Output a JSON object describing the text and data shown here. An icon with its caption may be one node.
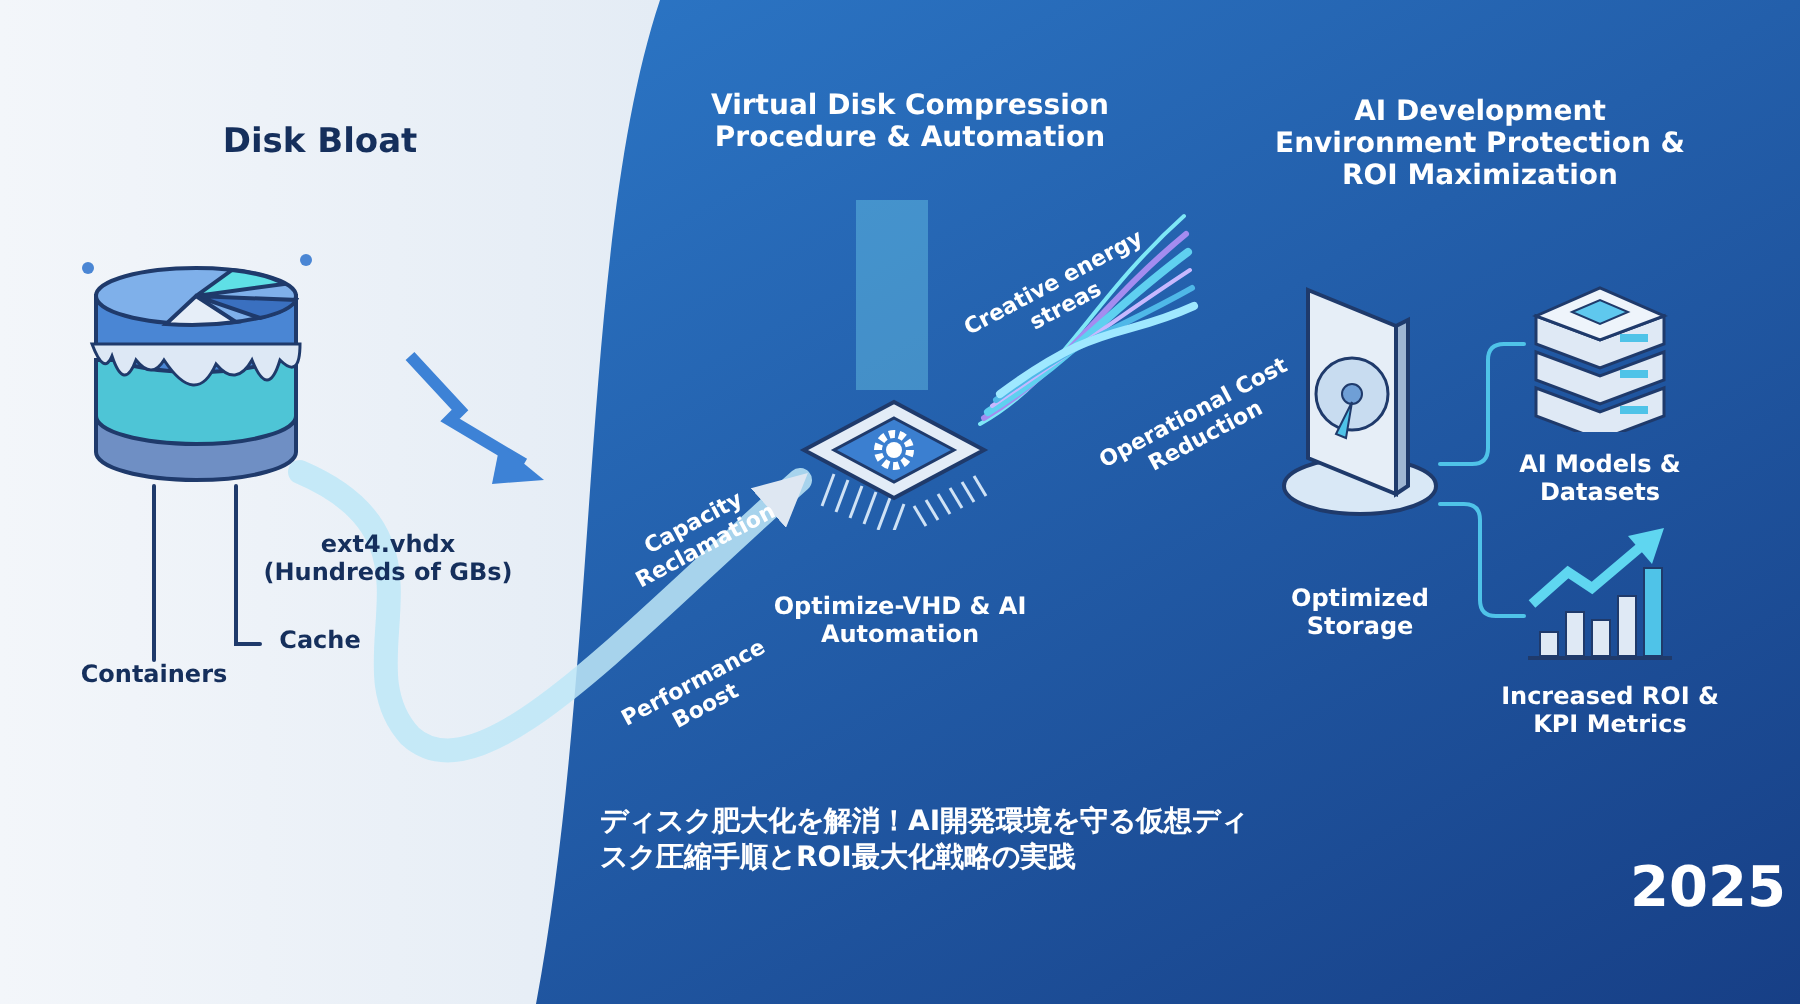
{
  "diagram": {
    "caption": "ディスク肥大化を解消！AI開発環境を守る仮想ディスク圧縮手順とROI最大化戦略の実践",
    "nodes": [
      {
        "text": [],
        "shape": "cylinder"
      },
      {
        "text": [
          "Containers"
        ]
      },
      {
        "text": [
          "Cache"
        ]
      },
      {
        "text": [],
        "shape": "picture",
        "beside": [
          "Optimize-VHD & AI Automation"
        ]
      },
      {
        "text": [],
        "shape": "picture",
        "beside": [
          "Optimized Storage"
        ]
      },
      {
        "text": [],
        "shape": "picture",
        "beside": [
          "AI Models & Datasets"
        ]
      },
      {
        "text": [],
        "shape": "picture",
        "beside": [
          "Increased ROI & KPI Metrics"
        ]
      }
    ],
    "edges": [
      {
        "from": 0,
        "to": 1,
        "arrow": "none"
      },
      {
        "from": 0,
        "to": 2,
        "arrow": "none"
      },
      {
        "from": 0,
        "to": 3,
        "arrow": "to",
        "style": "thick",
        "color": "#bfe8f8"
      },
      {
        "from": 4,
        "to": 5,
        "arrow": "none",
        "color": "#4fc3e8"
      },
      {
        "from": 4,
        "to": 6,
        "arrow": "none",
        "color": "#4fc3e8"
      }
    ],
    "labels": [
      "Disk Bloat",
      "ext4.vhdx (Hundreds of GBs)",
      "Virtual Disk Compression Procedure & Automation",
      "AI Development Environment Protection & ROI Maximization",
      "Creative energy streas",
      "Capacity Reclamation",
      "Operational Cost Reduction",
      "Performance Boost",
      "2025"
    ]
  }
}
